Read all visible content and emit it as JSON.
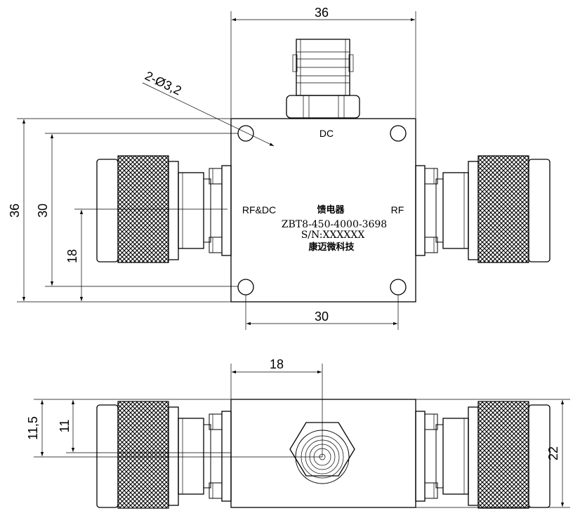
{
  "dimensions": {
    "top_width": "36",
    "hole_note": "2-Ø3,2",
    "left_height": "36",
    "hole_spacing_v": "30",
    "center_offset": "18",
    "hole_spacing_h": "30",
    "side_center": "18",
    "side_offset_a": "11,5",
    "side_offset_b": "11",
    "side_height": "22"
  },
  "labels": {
    "dc": "DC",
    "rf_dc": "RF&DC",
    "rf": "RF"
  },
  "nameplate": {
    "name": "馈电器",
    "model": "ZBT8-450-4000-3698",
    "serial": "S/N:XXXXXX",
    "company": "康迈微科技"
  }
}
